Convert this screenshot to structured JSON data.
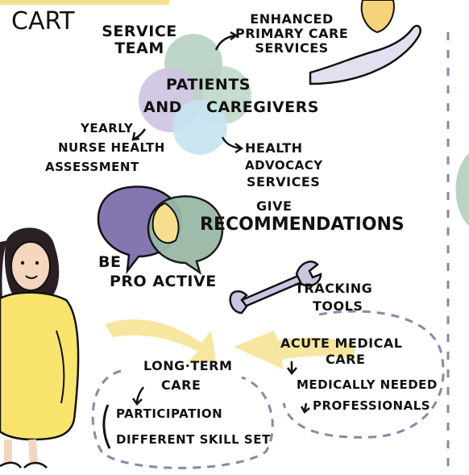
{
  "title": "CART",
  "labels": {
    "service_team": [
      "SERVICE",
      "TEAM"
    ],
    "enhanced": [
      "ENHANCED",
      "PRIMARY CARE",
      "SERVICES"
    ],
    "patients": [
      "PATIENTS",
      "AND",
      "CAREGIVERS"
    ],
    "yearly": [
      "YEARLY",
      "NURSE HEALTH",
      "ASSESSMENT"
    ],
    "health": [
      "HEALTH",
      "ADVOCACY",
      "SERVICES"
    ],
    "give": [
      "GIVE",
      "RECOMMENDATIONS"
    ],
    "be_proactive": [
      "BE",
      "PRO ACTIVE"
    ],
    "tracking": [
      "TRACKING",
      "TOOLS"
    ],
    "acute": [
      "ACUTE MEDICAL",
      "CARE"
    ],
    "medically": [
      "MEDICALLY NEEDED",
      "PROFESSIONALS"
    ],
    "long_term": [
      "LONG·TERM",
      "CARE"
    ],
    "participation": "PARTICIPATION",
    "skill": "DIFFERENT SKILL SET"
  },
  "colors": {
    "venn_green": "#b9d3c4",
    "venn_purple": "#cdc4e0",
    "venn_blue": "#c7e3ef",
    "bubble_purple": "#8576b2",
    "bubble_green": "#9ab8a6",
    "highlight_yellow": "#f6e08f",
    "dress_yellow": "#f9e46e",
    "arrow_yellow": "#f7e6a0",
    "dash": "#8b86aa"
  }
}
